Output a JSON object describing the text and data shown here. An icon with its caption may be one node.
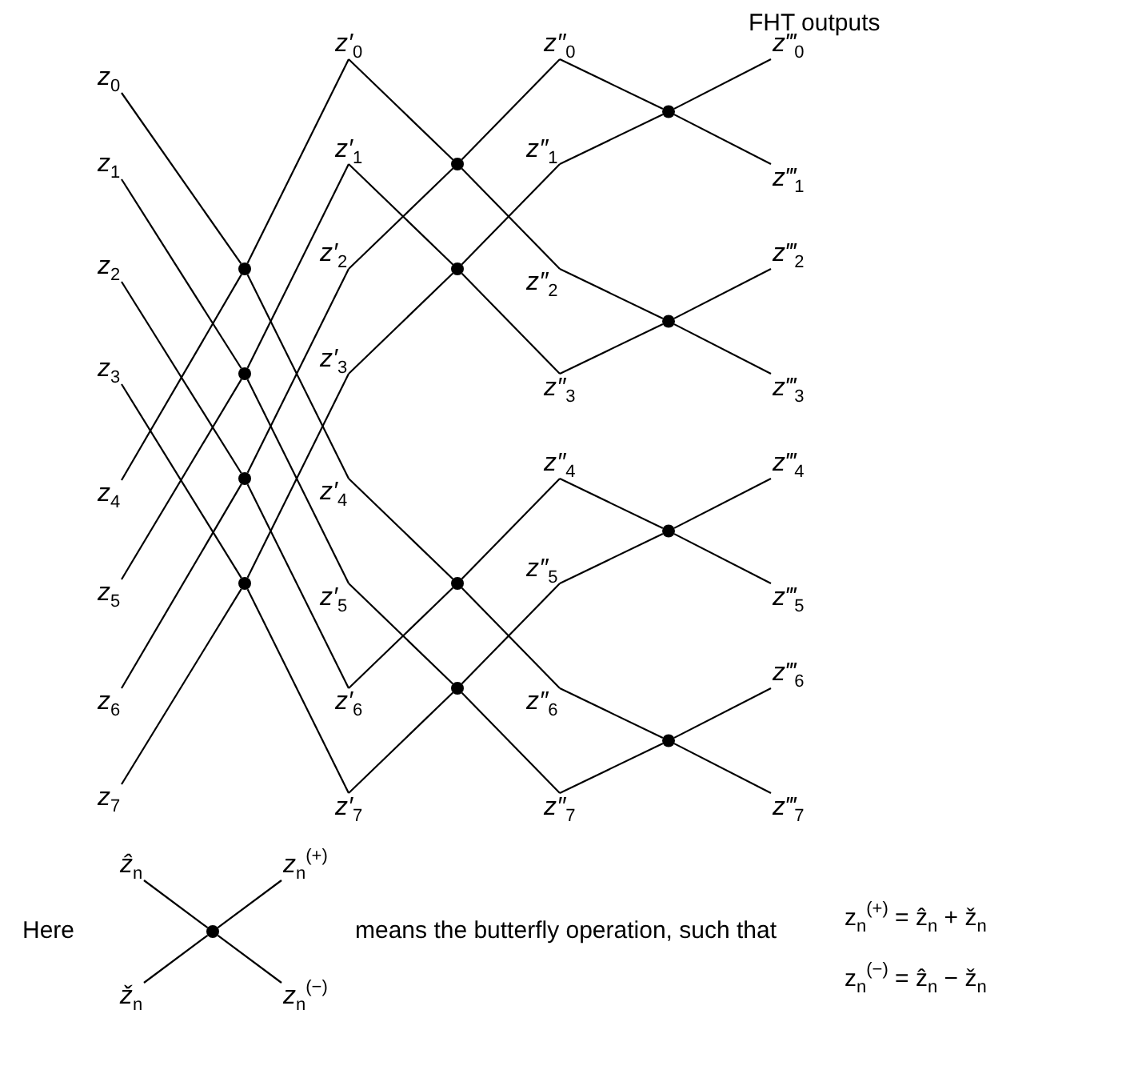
{
  "diagram": {
    "nodes": [
      {
        "text": [
          "z$_{0}$"
        ]
      },
      {
        "text": [
          "z$_{1}$"
        ]
      },
      {
        "text": [
          "z$_{2}$"
        ]
      },
      {
        "text": [
          "z$_{3}$"
        ]
      },
      {
        "text": [
          "z$_{4}$"
        ]
      },
      {
        "text": [
          "z$_{5}$"
        ]
      },
      {
        "text": [
          "z$_{6}$"
        ]
      },
      {
        "text": [
          "z$_{7}$"
        ]
      },
      {
        "text": [
          "z′$_{0}$"
        ]
      },
      {
        "text": [
          "z′$_{1}$"
        ]
      },
      {
        "text": [
          "z′$_{2}$"
        ]
      },
      {
        "text": [
          "z′$_{3}$"
        ]
      },
      {
        "text": [
          "z′$_{4}$"
        ]
      },
      {
        "text": [
          "z′$_{5}$"
        ]
      },
      {
        "text": [
          "z′$_{6}$"
        ]
      },
      {
        "text": [
          "z′$_{7}$"
        ]
      },
      {
        "text": [
          "z″$_{0}$"
        ]
      },
      {
        "text": [
          "z″$_{1}$"
        ]
      },
      {
        "text": [
          "z″$_{2}$"
        ]
      },
      {
        "text": [
          "z″$_{3}$"
        ]
      },
      {
        "text": [
          "z″$_{4}$"
        ]
      },
      {
        "text": [
          "z″$_{5}$"
        ]
      },
      {
        "text": [
          "z″$_{6}$"
        ]
      },
      {
        "text": [
          "z″$_{7}$"
        ]
      },
      {
        "text": [
          "z‴$_{0}$"
        ]
      },
      {
        "text": [
          "z‴$_{1}$"
        ]
      },
      {
        "text": [
          "z‴$_{2}$"
        ]
      },
      {
        "text": [
          "z‴$_{3}$"
        ]
      },
      {
        "text": [
          "z‴$_{4}$"
        ]
      },
      {
        "text": [
          "z‴$_{5}$"
        ]
      },
      {
        "text": [
          "z‴$_{6}$"
        ]
      },
      {
        "text": [
          "z‴$_{7}$"
        ]
      },
      {
        "text": [],
        "shape": "circle"
      },
      {
        "text": [],
        "shape": "circle"
      },
      {
        "text": [],
        "shape": "circle"
      },
      {
        "text": [],
        "shape": "circle"
      },
      {
        "text": [],
        "shape": "circle"
      },
      {
        "text": [],
        "shape": "circle"
      },
      {
        "text": [],
        "shape": "circle"
      },
      {
        "text": [],
        "shape": "circle"
      },
      {
        "text": [],
        "shape": "circle"
      },
      {
        "text": [],
        "shape": "circle"
      },
      {
        "text": [],
        "shape": "circle"
      },
      {
        "text": [],
        "shape": "circle"
      },
      {
        "text": [
          "ẑ$_{n}$"
        ]
      },
      {
        "text": [
          "z$_{n}$$^{(+)}$"
        ]
      },
      {
        "text": [],
        "shape": "circle"
      },
      {
        "text": [
          "ž$_{n}$"
        ]
      },
      {
        "text": [
          "z$_{n}$$^{(−)}$"
        ]
      }
    ],
    "edges": [
      {
        "from": 0,
        "to": 32,
        "arrow": "none"
      },
      {
        "from": 4,
        "to": 32,
        "arrow": "none"
      },
      {
        "from": 32,
        "to": 8,
        "arrow": "none"
      },
      {
        "from": 32,
        "to": 12,
        "arrow": "none"
      },
      {
        "from": 1,
        "to": 33,
        "arrow": "none"
      },
      {
        "from": 5,
        "to": 33,
        "arrow": "none"
      },
      {
        "from": 33,
        "to": 9,
        "arrow": "none"
      },
      {
        "from": 33,
        "to": 13,
        "arrow": "none"
      },
      {
        "from": 2,
        "to": 34,
        "arrow": "none"
      },
      {
        "from": 6,
        "to": 34,
        "arrow": "none"
      },
      {
        "from": 34,
        "to": 10,
        "arrow": "none"
      },
      {
        "from": 34,
        "to": 14,
        "arrow": "none"
      },
      {
        "from": 3,
        "to": 35,
        "arrow": "none"
      },
      {
        "from": 7,
        "to": 35,
        "arrow": "none"
      },
      {
        "from": 35,
        "to": 11,
        "arrow": "none"
      },
      {
        "from": 35,
        "to": 15,
        "arrow": "none"
      },
      {
        "from": 8,
        "to": 36,
        "arrow": "none"
      },
      {
        "from": 10,
        "to": 36,
        "arrow": "none"
      },
      {
        "from": 36,
        "to": 16,
        "arrow": "none"
      },
      {
        "from": 36,
        "to": 18,
        "arrow": "none"
      },
      {
        "from": 9,
        "to": 37,
        "arrow": "none"
      },
      {
        "from": 11,
        "to": 37,
        "arrow": "none"
      },
      {
        "from": 37,
        "to": 17,
        "arrow": "none"
      },
      {
        "from": 37,
        "to": 19,
        "arrow": "none"
      },
      {
        "from": 12,
        "to": 38,
        "arrow": "none"
      },
      {
        "from": 14,
        "to": 38,
        "arrow": "none"
      },
      {
        "from": 38,
        "to": 20,
        "arrow": "none"
      },
      {
        "from": 38,
        "to": 22,
        "arrow": "none"
      },
      {
        "from": 13,
        "to": 39,
        "arrow": "none"
      },
      {
        "from": 15,
        "to": 39,
        "arrow": "none"
      },
      {
        "from": 39,
        "to": 21,
        "arrow": "none"
      },
      {
        "from": 39,
        "to": 23,
        "arrow": "none"
      },
      {
        "from": 16,
        "to": 40,
        "arrow": "none"
      },
      {
        "from": 17,
        "to": 40,
        "arrow": "none"
      },
      {
        "from": 40,
        "to": 24,
        "arrow": "none"
      },
      {
        "from": 40,
        "to": 25,
        "arrow": "none"
      },
      {
        "from": 18,
        "to": 41,
        "arrow": "none"
      },
      {
        "from": 19,
        "to": 41,
        "arrow": "none"
      },
      {
        "from": 41,
        "to": 26,
        "arrow": "none"
      },
      {
        "from": 41,
        "to": 27,
        "arrow": "none"
      },
      {
        "from": 20,
        "to": 42,
        "arrow": "none"
      },
      {
        "from": 21,
        "to": 42,
        "arrow": "none"
      },
      {
        "from": 42,
        "to": 28,
        "arrow": "none"
      },
      {
        "from": 42,
        "to": 29,
        "arrow": "none"
      },
      {
        "from": 22,
        "to": 43,
        "arrow": "none"
      },
      {
        "from": 23,
        "to": 43,
        "arrow": "none"
      },
      {
        "from": 43,
        "to": 30,
        "arrow": "none"
      },
      {
        "from": 43,
        "to": 31,
        "arrow": "none"
      },
      {
        "from": 44,
        "to": 46,
        "arrow": "none"
      },
      {
        "from": 47,
        "to": 46,
        "arrow": "none"
      },
      {
        "from": 46,
        "to": 45,
        "arrow": "none"
      },
      {
        "from": 46,
        "to": 48,
        "arrow": "none"
      }
    ],
    "labels": [
      "FHT outputs",
      "Here",
      "means the butterfly operation, such that",
      "z$_{n}$$^{(+)}$ = ẑ$_{n}$ + ž$_{n}$",
      "z$_{n}$$^{(−)}$ = ẑ$_{n}$ − ž$_{n}$"
    ]
  }
}
